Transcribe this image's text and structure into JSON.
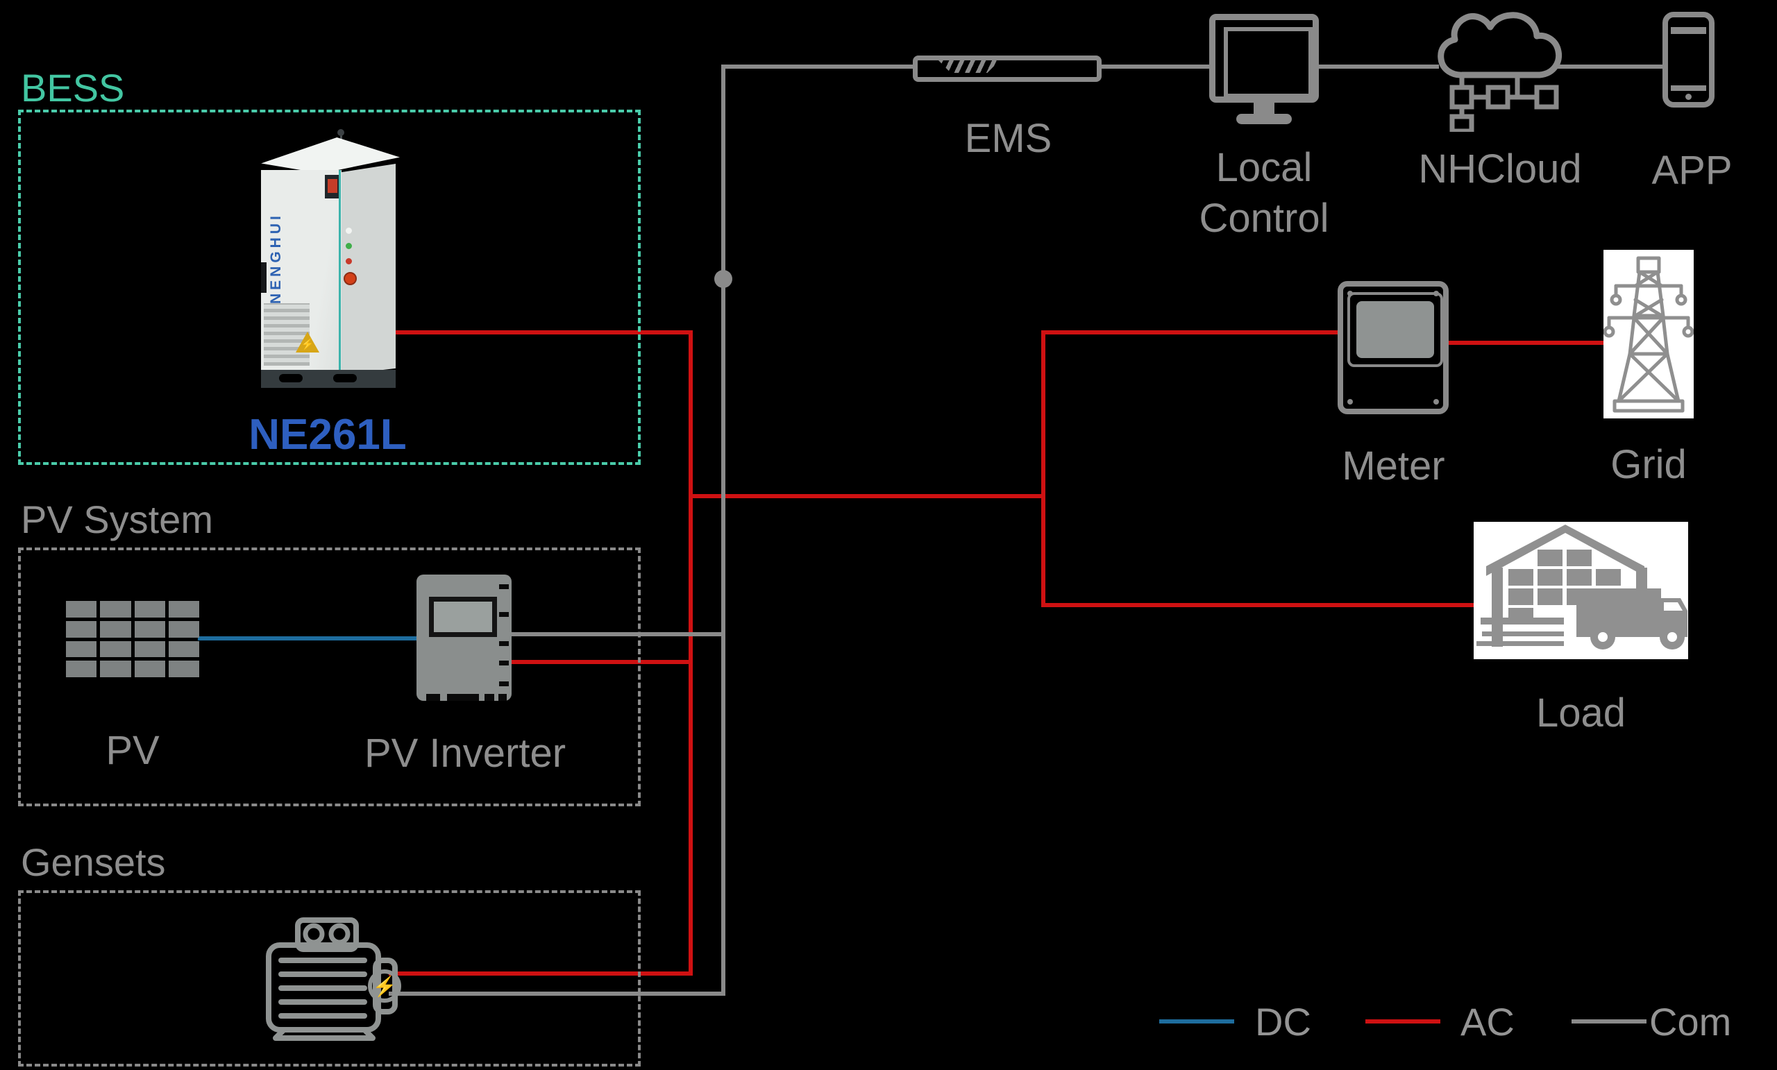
{
  "palette": {
    "background": "#000000",
    "bess_accent": "#43c6a2",
    "model_blue": "#2e5fc0",
    "label_gray": "#8e8e8e",
    "com_gray": "#8a8a8a",
    "ac_red": "#cf1112",
    "dc_blue": "#1e6d9e",
    "icon_panel_white": "#ffffff"
  },
  "bess": {
    "title": "BESS",
    "model": "NE261L",
    "brand": "NENGHUI"
  },
  "pv": {
    "title": "PV System",
    "panel_label": "PV",
    "inverter_label": "PV Inverter"
  },
  "gensets": {
    "title": "Gensets"
  },
  "nodes": {
    "ems": "EMS",
    "local_control": "Local Control",
    "nhcloud": "NHCloud",
    "app": "APP",
    "meter": "Meter",
    "grid": "Grid",
    "load": "Load"
  },
  "legend": [
    {
      "label": "DC",
      "color": "#1e6d9e"
    },
    {
      "label": "AC",
      "color": "#cf1112"
    },
    {
      "label": "Com",
      "color": "#8a8a8a"
    }
  ],
  "icons": {
    "bolt": "⚡"
  }
}
